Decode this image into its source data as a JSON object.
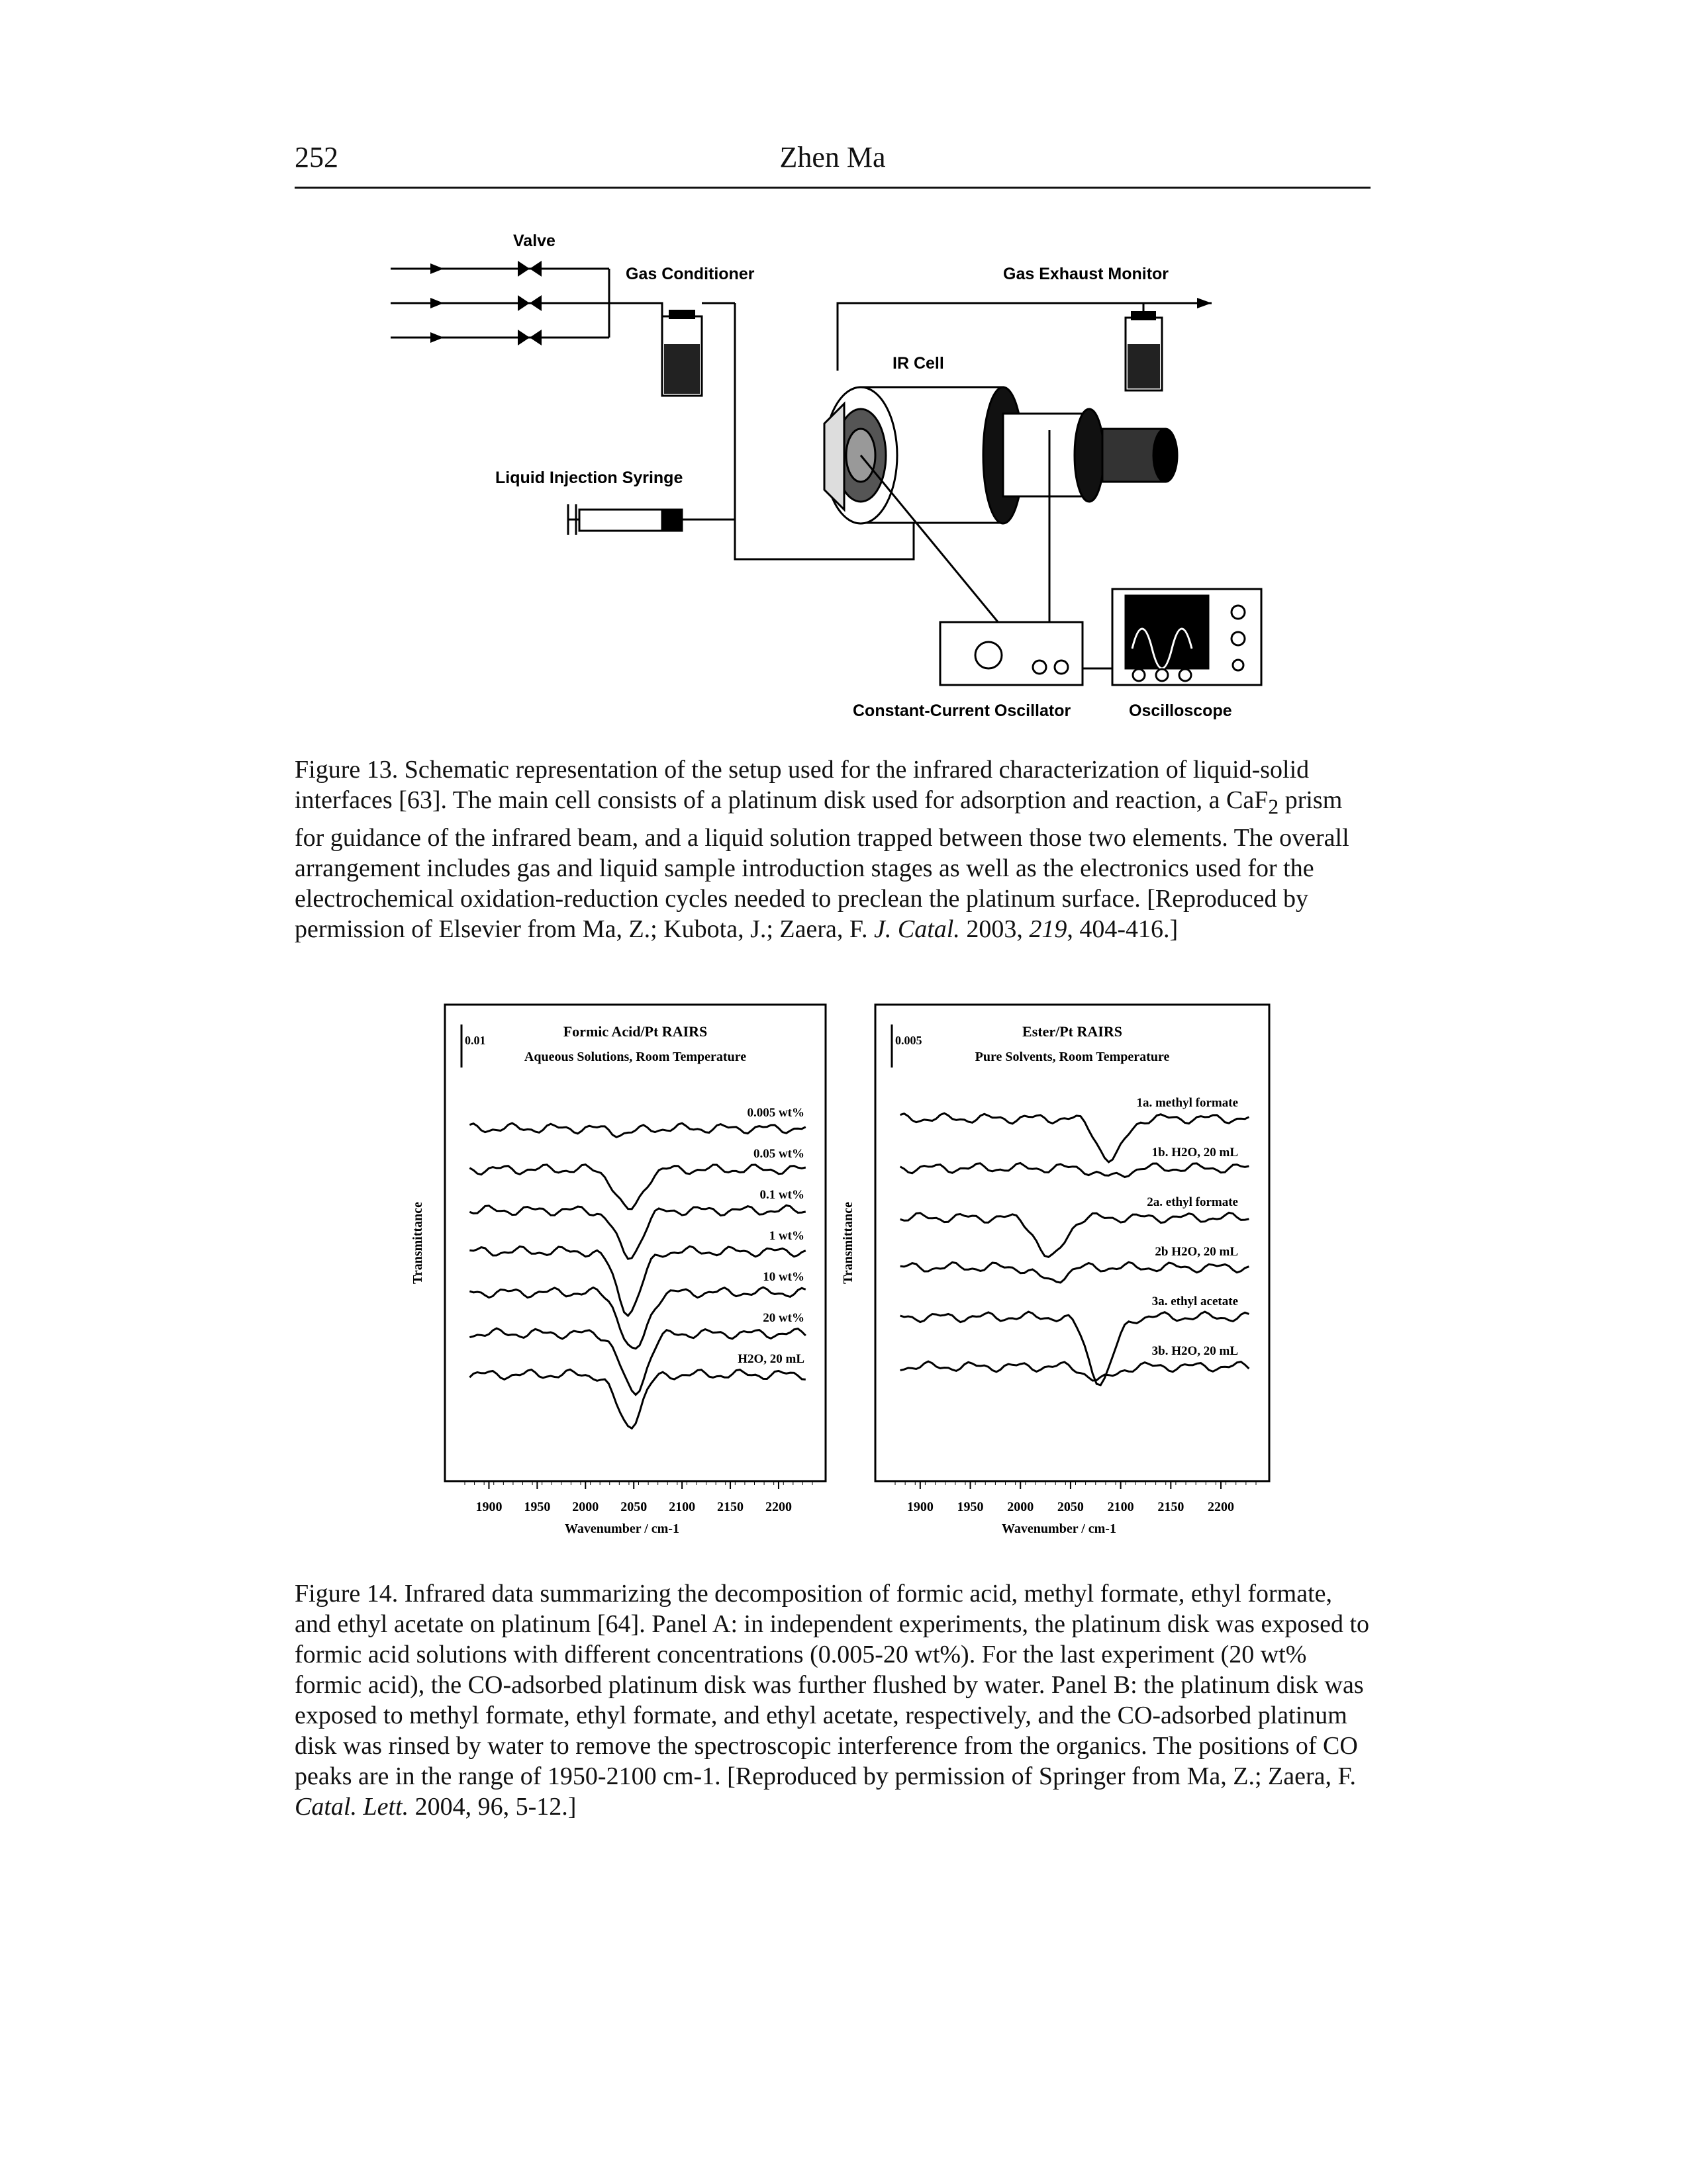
{
  "header": {
    "page_number": "252",
    "running_title": "Zhen Ma"
  },
  "figure13": {
    "labels": {
      "valve": "Valve",
      "gas_conditioner": "Gas Conditioner",
      "gas_exhaust_monitor": "Gas Exhaust Monitor",
      "ir_cell": "IR Cell",
      "liquid_injection_syringe": "Liquid Injection Syringe",
      "oscillator": "Constant-Current Oscillator",
      "oscilloscope": "Oscilloscope"
    },
    "caption_parts": [
      "Figure 13. Schematic representation of the setup used for the infrared characterization of liquid-solid interfaces [63]. The main cell consists of a platinum disk used for adsorption and reaction, a CaF",
      "2",
      " prism for guidance of the infrared beam, and a liquid solution trapped between those two elements. The overall arrangement includes gas and liquid sample introduction stages as well as the electronics used for the electrochemical oxidation-reduction cycles needed to preclean the platinum surface. [Reproduced by permission of Elsevier from Ma, Z.; Kubota, J.; Zaera, F. ",
      "J. Catal.",
      " 2003, ",
      "219",
      ", 404-416.]"
    ]
  },
  "figure14": {
    "caption_parts": [
      "Figure 14. Infrared data summarizing the decomposition of formic acid, methyl formate, ethyl formate, and ethyl acetate on platinum [64]. Panel A: in independent experiments, the platinum disk was exposed to formic acid solutions with different concentrations (0.005-20 wt%). For the last experiment (20 wt% formic acid), the CO-adsorbed platinum disk was further flushed by water. Panel B: the platinum disk was exposed to methyl formate, ethyl formate, and ethyl acetate, respectively, and the CO-adsorbed platinum disk was rinsed by water to remove the spectroscopic interference from the organics. The positions of CO peaks are in the range of 1950-2100 cm-1. [Reproduced by permission of Springer from Ma, Z.; Zaera, F. ",
      "Catal. Lett.",
      " 2004, 96, 5-12.]"
    ]
  },
  "chart_data": [
    {
      "type": "line",
      "title": "Formic Acid/Pt RAIRS",
      "subtitle": "Aqueous Solutions, Room Temperature",
      "xlabel": "Wavenumber / cm-1",
      "ylabel": "Transmittance",
      "scale_bar": "0.01",
      "xlim": [
        1875,
        2235
      ],
      "x_ticks": [
        "1900",
        "1950",
        "2000",
        "2050",
        "2100",
        "2150",
        "2200"
      ],
      "series": [
        {
          "name": "0.005 wt%",
          "dip_center": 2040,
          "dip_depth": 0.1
        },
        {
          "name": "0.05 wt%",
          "dip_center": 2045,
          "dip_depth": 0.9
        },
        {
          "name": "0.1 wt%",
          "dip_center": 2045,
          "dip_depth": 1.0
        },
        {
          "name": "1 wt%",
          "dip_center": 2045,
          "dip_depth": 1.3
        },
        {
          "name": "10 wt%",
          "dip_center": 2050,
          "dip_depth": 1.3
        },
        {
          "name": "20 wt%",
          "dip_center": 2050,
          "dip_depth": 1.3
        },
        {
          "name": "H2O, 20 mL",
          "dip_center": 2045,
          "dip_depth": 1.1
        }
      ]
    },
    {
      "type": "line",
      "title": "Ester/Pt RAIRS",
      "subtitle": "Pure Solvents, Room Temperature",
      "xlabel": "Wavenumber / cm-1",
      "ylabel": "Transmittance",
      "scale_bar": "0.005",
      "xlim": [
        1875,
        2235
      ],
      "x_ticks": [
        "1900",
        "1950",
        "2000",
        "2050",
        "2100",
        "2150",
        "2200"
      ],
      "series": [
        {
          "name": "1a. methyl formate"
        },
        {
          "name": "1b. H2O, 20 mL"
        },
        {
          "name": "2a. ethyl formate"
        },
        {
          "name": "2b H2O, 20 mL"
        },
        {
          "name": "3a. ethyl acetate"
        },
        {
          "name": "3b. H2O, 20 mL"
        }
      ]
    }
  ]
}
